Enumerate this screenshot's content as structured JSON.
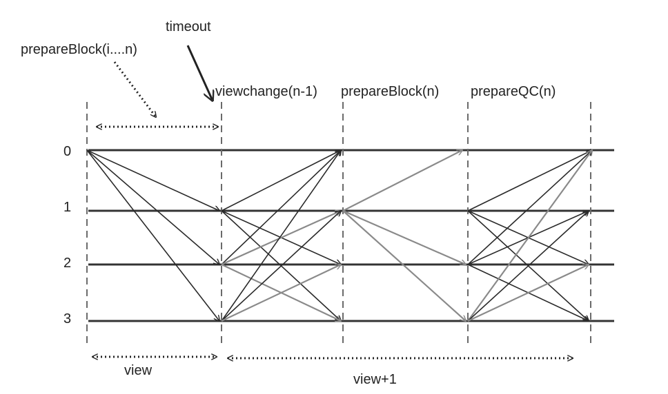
{
  "diagram": {
    "nodes": [
      "0",
      "1",
      "2",
      "3"
    ],
    "labels": {
      "timeout": "timeout",
      "prepare_block_range": "prepareBlock(i....n)",
      "phase_viewchange": "viewchange(n-1)",
      "phase_prepare_block": "prepareBlock(n)",
      "phase_prepare_qc": "prepareQC(n)",
      "view": "view",
      "view_plus_one": "view+1"
    },
    "colors": {
      "line": "#333333",
      "arrow_dark": "#2a2a2a",
      "arrow_gray": "#8a8a8a",
      "dashed": "#6a6a6a"
    }
  }
}
